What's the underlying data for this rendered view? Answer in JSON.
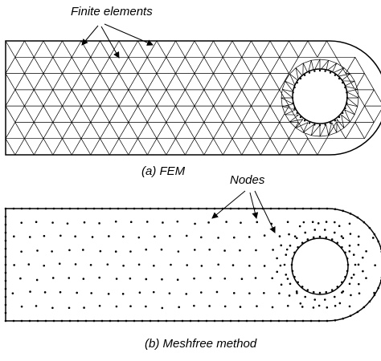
{
  "fem": {
    "label": "Finite elements",
    "caption": "(a) FEM"
  },
  "meshfree": {
    "label": "Nodes",
    "caption": "(b) Meshfree method"
  },
  "colors": {
    "line": "#000000",
    "background": "#ffffff"
  }
}
